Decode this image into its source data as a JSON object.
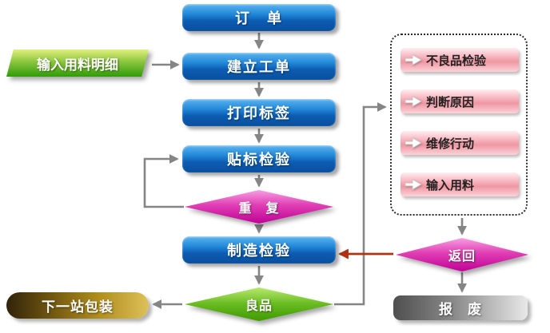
{
  "nodes": {
    "order": "订　单",
    "input_material": "输入用料明细",
    "create_work_order": "建立工单",
    "print_label": "打印标签",
    "label_inspection": "贴标检验",
    "repeat": "重　复",
    "mfg_inspection": "制造检验",
    "good": "良品",
    "next_station": "下一站包装",
    "return": "返回",
    "scrap": "报　废"
  },
  "rework": {
    "items": [
      {
        "label": "不良品检验"
      },
      {
        "label": "判断原因"
      },
      {
        "label": "维修行动"
      },
      {
        "label": "输入用料"
      }
    ]
  },
  "icons": {
    "rework_item_icon": "right-block-arrow"
  },
  "colors": {
    "process_blue": "#0c5cb2",
    "decision_magenta": "#bf0296",
    "decision_green": "#3f9a02",
    "input_green": "#2f9c08",
    "packaging_gold": "#b08e1e",
    "scrap_gray": "#8a8a8a",
    "rework_pink": "#ef97a3",
    "connector_gray": "#858585",
    "connector_red": "#b13210"
  }
}
